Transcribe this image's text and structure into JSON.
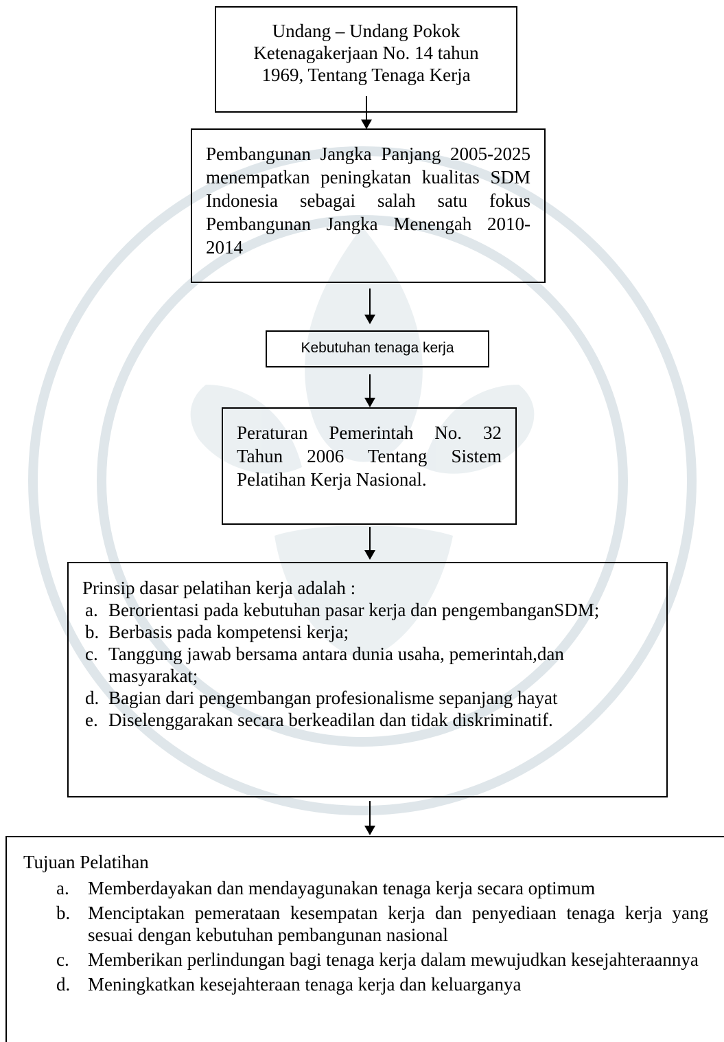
{
  "watermark": {
    "color": "#dfe6ea"
  },
  "box1": {
    "lines": [
      "Undang – Undang Pokok",
      "Ketenagakerjaan No. 14 tahun",
      "1969, Tentang Tenaga Kerja"
    ]
  },
  "box2": {
    "text": "Pembangunan Jangka Panjang 2005-2025 menempatkan peningkatan kualitas SDM Indonesia sebagai salah satu fokus Pembangunan Jangka Menengah 2010-2014"
  },
  "box3": {
    "text": "Kebutuhan tenaga kerja"
  },
  "box4": {
    "text": "Peraturan Pemerintah No. 32 Tahun 2006 Tentang Sistem Pelatihan Kerja Nasional."
  },
  "box5": {
    "heading": "Prinsip dasar pelatihan kerja adalah :",
    "items": [
      {
        "marker": "a.",
        "text": "Berorientasi pada kebutuhan pasar kerja dan pengembanganSDM;"
      },
      {
        "marker": "b.",
        "text": "Berbasis pada kompetensi kerja;"
      },
      {
        "marker": "c.",
        "text": "Tanggung jawab bersama antara dunia usaha, pemerintah,dan masyarakat;"
      },
      {
        "marker": "d.",
        "text": "Bagian dari pengembangan profesionalisme sepanjang hayat"
      },
      {
        "marker": "e.",
        "text": "Diselenggarakan secara berkeadilan dan tidak diskriminatif."
      }
    ]
  },
  "box6": {
    "heading": "Tujuan Pelatihan",
    "items": [
      {
        "marker": "a.",
        "text": "Memberdayakan dan mendayagunakan tenaga kerja secara optimum"
      },
      {
        "marker": "b.",
        "text": "Menciptakan pemerataan kesempatan kerja dan penyediaan tenaga kerja yang sesuai dengan kebutuhan pembangunan nasional"
      },
      {
        "marker": "c.",
        "text": "Memberikan perlindungan bagi tenaga kerja dalam mewujudkan kesejahteraannya"
      },
      {
        "marker": "d.",
        "text": "Meningkatkan kesejahteraan tenaga kerja dan keluarganya"
      }
    ]
  }
}
